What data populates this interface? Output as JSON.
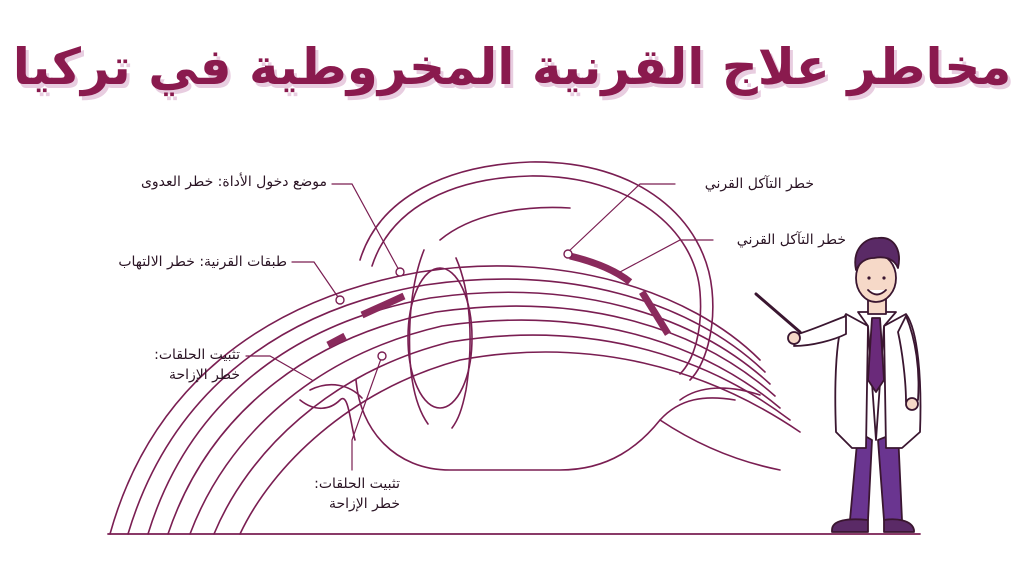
{
  "title": "مخاطر علاج القرنية المخروطية في تركيا",
  "labels": {
    "entry_site": "موضع دخول الأداة: خطر العدوى",
    "corneal_layers": "طبقات القرنية: خطر الالتهاب",
    "rings_left_line1": "تثبيت الحلقات:",
    "rings_left_line2": "خطر الإزاحة",
    "rings_bottom_line1": "تثبيت الحلقات:",
    "rings_bottom_line2": "خطر الإزاحة",
    "erosion_top": "خطر التآكل القرني",
    "erosion_right": "خطر التآكل القرني"
  },
  "icons": [
    "eye-cross-section-illustration",
    "doctor-presenter-illustration",
    "pointer-stick-icon"
  ],
  "colors": {
    "title": "#8a1a4e",
    "title_shadow": "#e8cde0",
    "outline": "#7a1e52",
    "accent": "#8a2a5c",
    "coat": "#ffffff",
    "tie": "#6a2a7a",
    "pants": "#6a3590",
    "hair": "#5a2a66"
  }
}
